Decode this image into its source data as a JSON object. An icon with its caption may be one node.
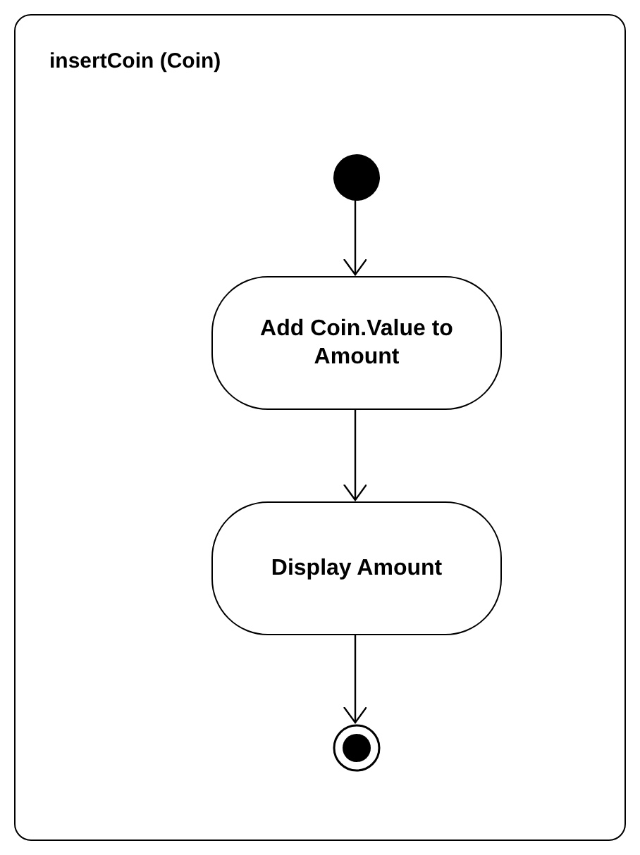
{
  "diagram": {
    "nodes": [
      {
        "text": [
          "insertCoin (Coin)"
        ]
      },
      {
        "text": [],
        "shape": "circle",
        "in": 0
      },
      {
        "text": [
          "Add Coin.Value to Amount"
        ],
        "in": 0
      },
      {
        "text": [
          "Display Amount"
        ],
        "in": 0
      },
      {
        "text": [],
        "shape": "bullseye",
        "in": 0
      }
    ],
    "edges": [
      {
        "from": 1,
        "to": 2,
        "arrow": "to"
      },
      {
        "from": 2,
        "to": 3,
        "arrow": "to"
      },
      {
        "from": 3,
        "to": 4,
        "arrow": "to"
      }
    ]
  }
}
